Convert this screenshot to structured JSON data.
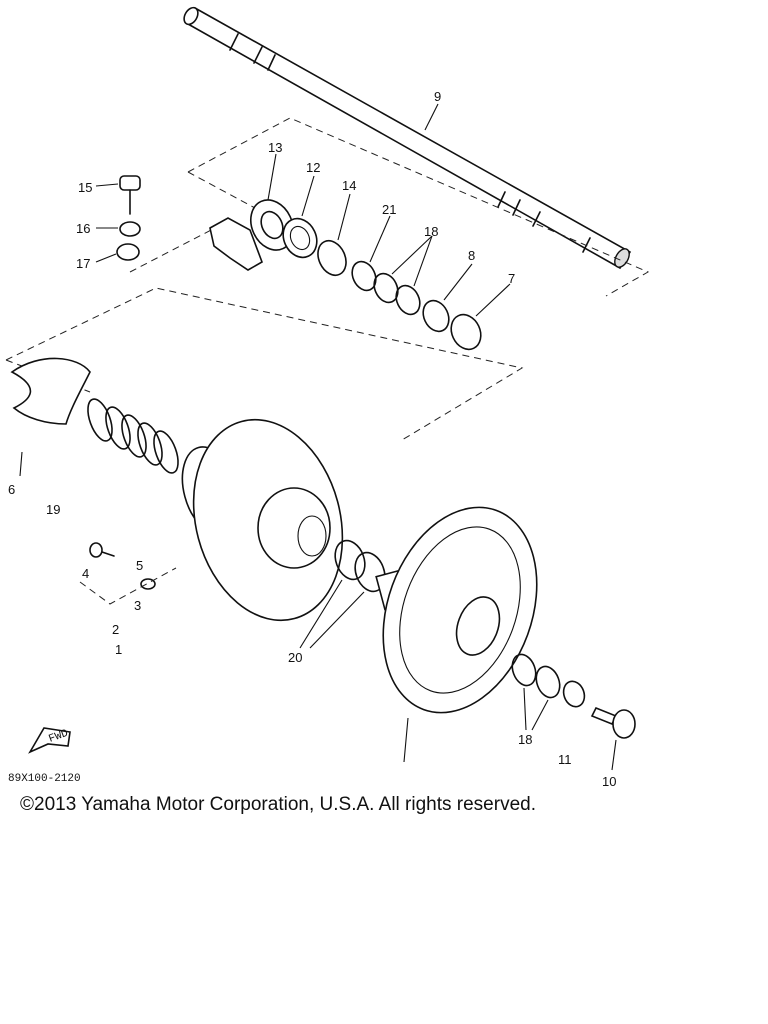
{
  "diagram": {
    "part_numbers": [
      "1",
      "2",
      "3",
      "4",
      "5",
      "6",
      "7",
      "8",
      "9",
      "10",
      "11",
      "12",
      "13",
      "14",
      "15",
      "16",
      "17",
      "18",
      "18",
      "19",
      "20",
      "21"
    ],
    "figure_code": "89X100-2120",
    "front_arrow_text": "FWD"
  },
  "copyright": "©2013 Yamaha Motor Corporation, U.S.A. All rights reserved."
}
